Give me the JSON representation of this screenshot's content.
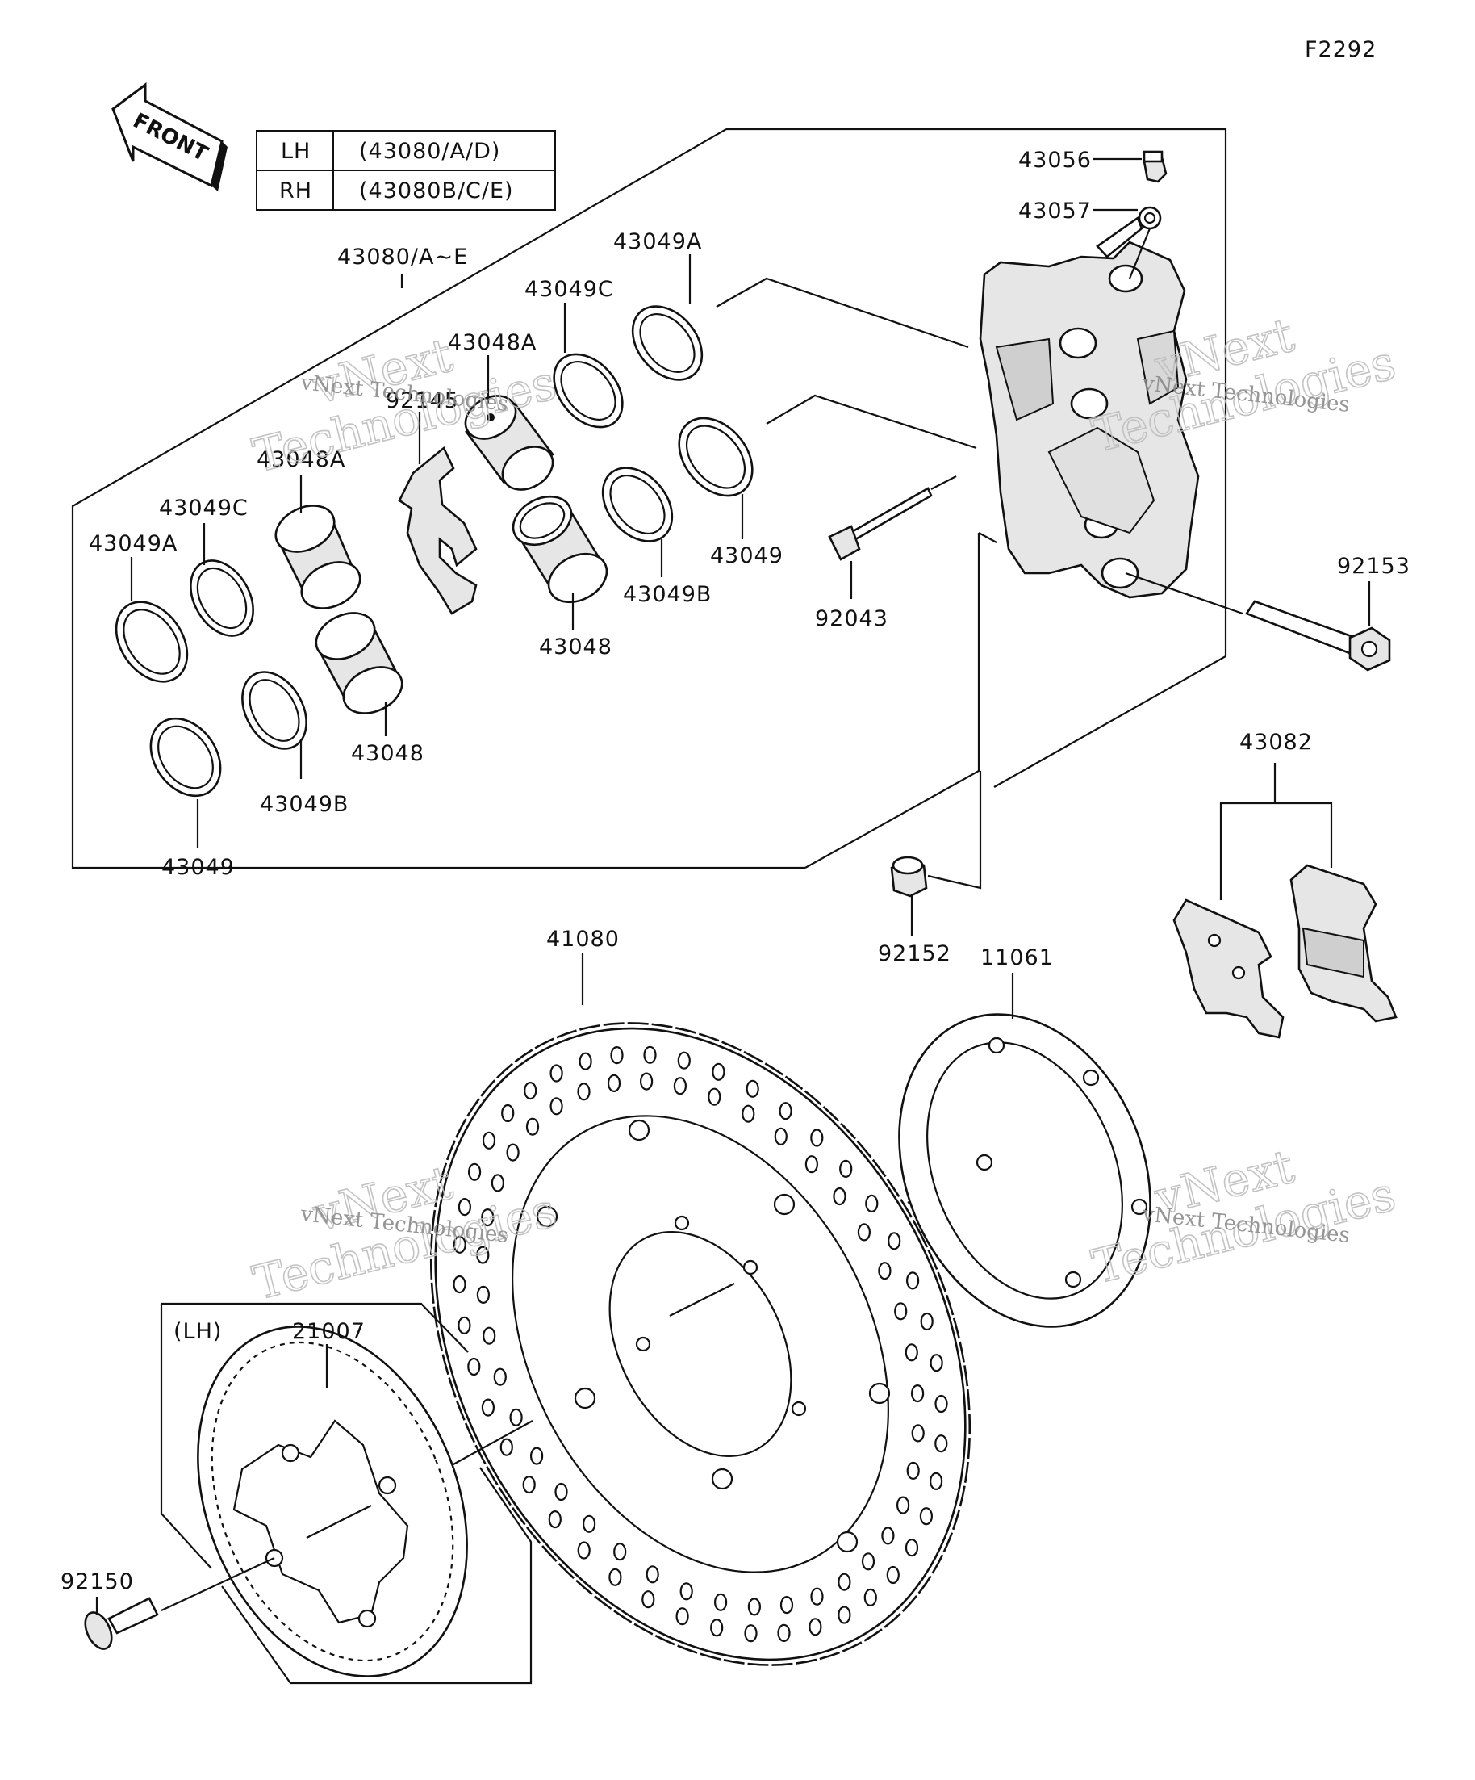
{
  "figure_code": "F2292",
  "front_label": "FRONT",
  "side_table": {
    "rows": [
      {
        "side": "LH",
        "parts": "(43080/A/D)"
      },
      {
        "side": "RH",
        "parts": "(43080B/C/E)"
      }
    ]
  },
  "group_label": "43080/A~E",
  "lh_note": "(LH)",
  "watermark": {
    "line1": "vNext",
    "line2": "Technologies",
    "caption": "vNext Technologies"
  },
  "callouts": {
    "p43056": "43056",
    "p43057": "43057",
    "p43049A_top": "43049A",
    "p43049C_top": "43049C",
    "p43048A_top": "43048A",
    "p92145": "92145",
    "p43048A_left": "43048A",
    "p43049C_left": "43049C",
    "p43049A_left": "43049A",
    "p43049_right": "43049",
    "p43049B_mid": "43049B",
    "p43048_mid": "43048",
    "p43048_low": "43048",
    "p43049B_low": "43049B",
    "p43049_low": "43049",
    "p92043": "92043",
    "p92153": "92153",
    "p43082": "43082",
    "p92152": "92152",
    "p41080": "41080",
    "p11061": "11061",
    "p21007": "21007",
    "p92150": "92150"
  }
}
